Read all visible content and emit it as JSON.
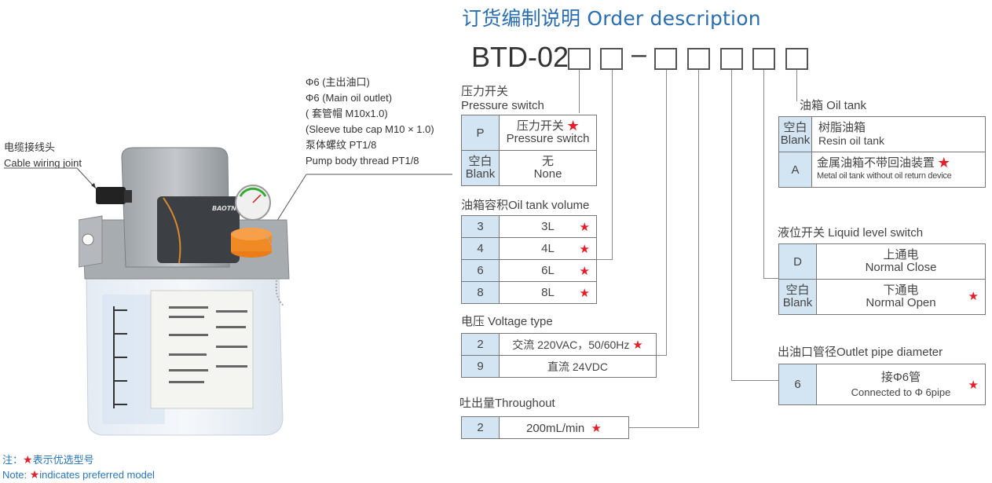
{
  "header": {
    "title": "订货编制说明 Order description",
    "model_prefix": "BTD-02",
    "code_slots": 7,
    "separator": "–"
  },
  "colors": {
    "title_blue": "#2a6db0",
    "code_cell_blue": "#d3e4f3",
    "star_red": "#e3202a",
    "border_gray": "#777777",
    "note_blue": "#2a75b8"
  },
  "product_callouts": {
    "cable_joint": {
      "zh": "电缆接线头",
      "en": "Cable wiring joint"
    },
    "outlet": {
      "lines": [
        "Φ6 (主出油口)",
        "Φ6 (Main oil outlet)",
        "( 套管帽 M10x1.0)",
        "(Sleeve tube cap M10 × 1.0)",
        "泵体螺纹 PT1/8",
        "Pump body thread PT1/8"
      ]
    },
    "brand": "BAOTN"
  },
  "sections": {
    "pressure_switch": {
      "label_zh": "压力开关",
      "label_en": "Pressure switch",
      "rows": [
        {
          "code": "P",
          "desc_zh": "压力开关",
          "desc_en": "Pressure switch",
          "preferred": true
        },
        {
          "code_zh": "空白",
          "code_en": "Blank",
          "desc_zh": "无",
          "desc_en": "None",
          "preferred": false
        }
      ]
    },
    "oil_tank_volume": {
      "label": "油箱容积Oil tank volume",
      "rows": [
        {
          "code": "3",
          "desc": "3L",
          "preferred": true
        },
        {
          "code": "4",
          "desc": "4L",
          "preferred": true
        },
        {
          "code": "6",
          "desc": "6L",
          "preferred": true
        },
        {
          "code": "8",
          "desc": "8L",
          "preferred": true
        }
      ]
    },
    "voltage_type": {
      "label": "电压 Voltage type",
      "rows": [
        {
          "code": "2",
          "desc": "交流 220VAC，50/60Hz",
          "preferred": true
        },
        {
          "code": "9",
          "desc": "直流 24VDC",
          "preferred": false
        }
      ]
    },
    "throughout": {
      "label": "吐出量Throughout",
      "rows": [
        {
          "code": "2",
          "desc": "200mL/min",
          "preferred": true
        }
      ]
    },
    "oil_tank": {
      "label": "油箱 Oil tank",
      "rows": [
        {
          "code_zh": "空白",
          "code_en": "Blank",
          "desc_zh": "树脂油箱",
          "desc_en": "Resin oil tank",
          "preferred": false
        },
        {
          "code": "A",
          "desc_zh": "金属油箱不带回油装置",
          "desc_en": "Metal oil tank without oil return device",
          "preferred": true
        }
      ]
    },
    "liquid_level_switch": {
      "label": "液位开关 Liquid level switch",
      "rows": [
        {
          "code": "D",
          "desc_zh": "上通电",
          "desc_en": "Normal Close",
          "preferred": false
        },
        {
          "code_zh": "空白",
          "code_en": "Blank",
          "desc_zh": "下通电",
          "desc_en": "Normal Open",
          "preferred": true
        }
      ]
    },
    "outlet_pipe_diameter": {
      "label": "出油口管径Outlet pipe diameter",
      "rows": [
        {
          "code": "6",
          "desc_zh": "接Φ6管",
          "desc_en": "Connected to Φ 6pipe",
          "preferred": true
        }
      ]
    }
  },
  "star_symbol": "★",
  "note": {
    "zh_prefix": "注：",
    "zh_text": "表示优选型号",
    "en_prefix": "Note: ",
    "en_text": "indicates preferred model"
  }
}
